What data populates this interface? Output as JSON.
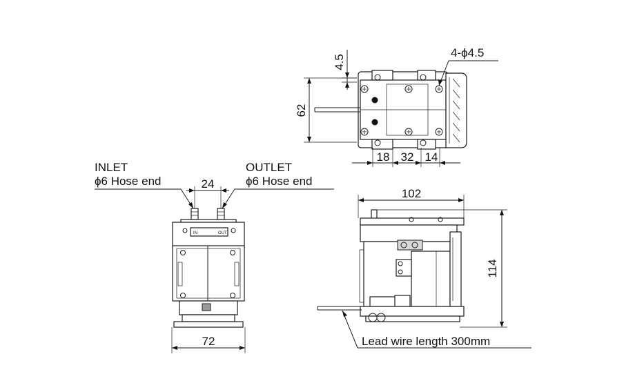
{
  "labels": {
    "inlet_line1": "INLET",
    "inlet_line2": "ϕ6 Hose end",
    "outlet_line1": "OUTLET",
    "outlet_line2": "ϕ6 Hose end",
    "lead_wire": "Lead wire length 300mm",
    "hole_spec": "4-ϕ4.5",
    "in_tag": "IN",
    "out_tag": "OUT"
  },
  "dimensions": {
    "top_offset": "4.5",
    "top_height": "62",
    "top_seg_a": "18",
    "top_seg_b": "32",
    "top_seg_c": "14",
    "front_port_pitch": "24",
    "front_width": "72",
    "side_width": "102",
    "side_height": "114"
  }
}
